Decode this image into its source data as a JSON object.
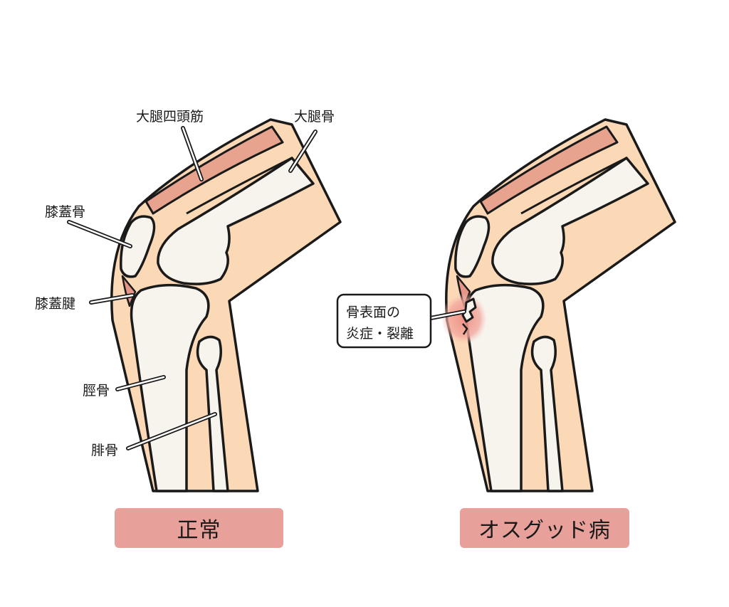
{
  "labels": {
    "quadriceps": "大腿四頭筋",
    "femur": "大腿骨",
    "patella": "膝蓋骨",
    "patellar_tendon": "膝蓋腱",
    "tibia": "脛骨",
    "fibula": "腓骨"
  },
  "callout": {
    "line1": "骨表面の",
    "line2": "炎症・裂離"
  },
  "titles": {
    "normal": "正常",
    "disease": "オスグッド病"
  },
  "colors": {
    "skin": "#fcd9b6",
    "muscle": "#e8a38e",
    "bone": "#f7f4ee",
    "tendon": "#e59688",
    "inflammation": "#f0a59a",
    "outline": "#1a1a1a",
    "badge": "#e8a19a"
  }
}
